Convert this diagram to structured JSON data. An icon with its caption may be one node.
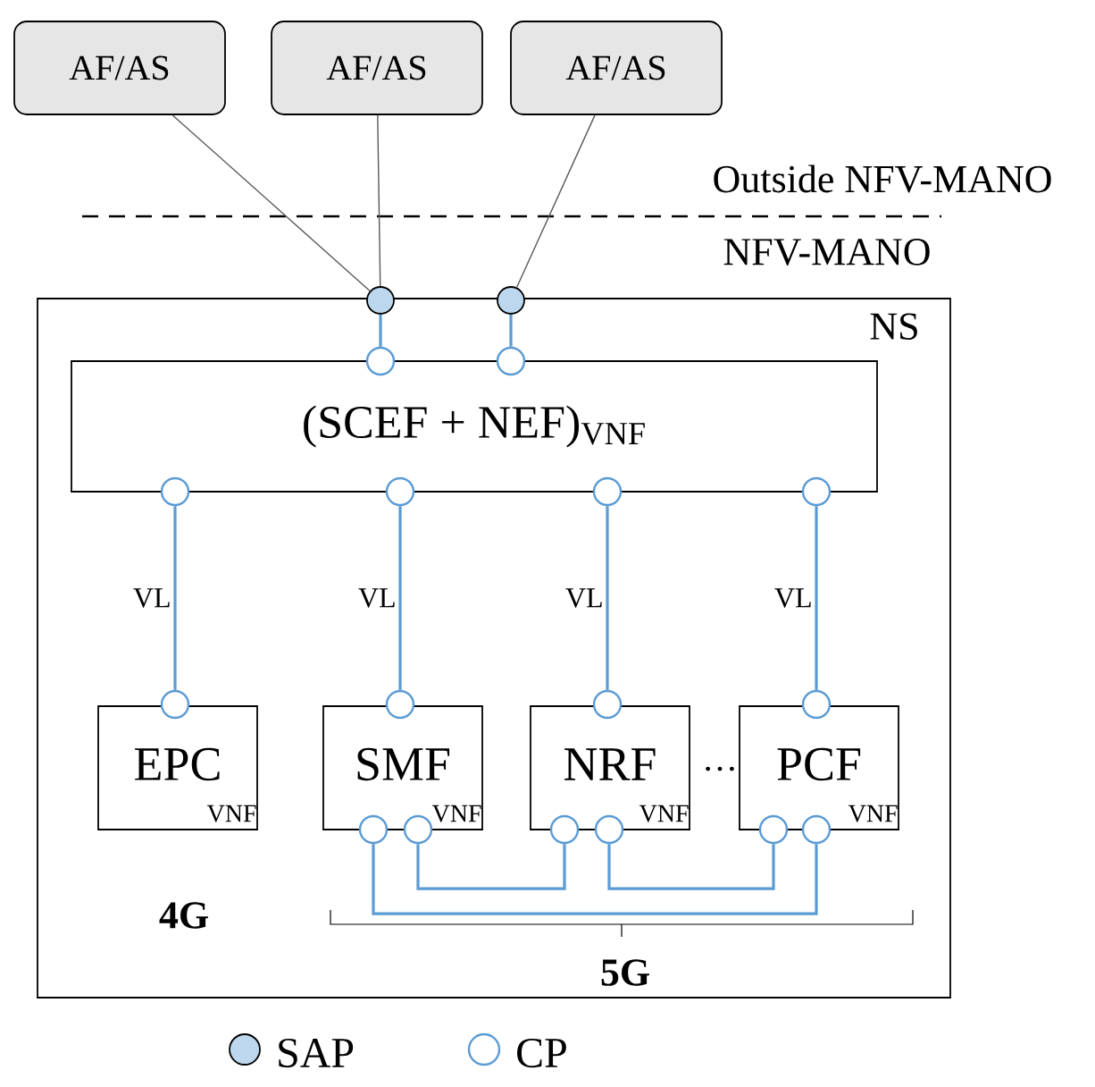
{
  "diagram": {
    "nodes": [
      {
        "text": [
          "AF/AS"
        ]
      },
      {
        "text": [
          "AF/AS"
        ]
      },
      {
        "text": [
          "AF/AS"
        ]
      },
      {
        "text": [
          "NS"
        ]
      },
      {
        "text": [],
        "shape": "circle"
      },
      {
        "text": [],
        "shape": "circle"
      },
      {
        "text": [
          "(SCEF + NEF)$_{VNF}$"
        ],
        "in": 3
      },
      {
        "text": [],
        "shape": "circle",
        "in": 3
      },
      {
        "text": [],
        "shape": "circle",
        "in": 3
      },
      {
        "text": [],
        "shape": "circle",
        "in": 3
      },
      {
        "text": [],
        "shape": "circle",
        "in": 3
      },
      {
        "text": [],
        "shape": "circle",
        "in": 3
      },
      {
        "text": [],
        "shape": "circle",
        "in": 3
      },
      {
        "text": [
          "EPC",
          "VNF"
        ],
        "in": 3
      },
      {
        "text": [
          "SMF",
          "VNF"
        ],
        "in": 3
      },
      {
        "text": [
          "NRF",
          "VNF"
        ],
        "in": 3
      },
      {
        "text": [
          "PCF",
          "VNF"
        ],
        "in": 3
      },
      {
        "text": [],
        "shape": "circle",
        "in": 3
      },
      {
        "text": [],
        "shape": "circle",
        "in": 3
      },
      {
        "text": [],
        "shape": "circle",
        "in": 3
      },
      {
        "text": [],
        "shape": "circle",
        "in": 3
      },
      {
        "text": [],
        "shape": "circle",
        "in": 3
      },
      {
        "text": [],
        "shape": "circle",
        "in": 3
      },
      {
        "text": [],
        "shape": "circle",
        "in": 3
      },
      {
        "text": [],
        "shape": "circle",
        "in": 3
      },
      {
        "text": [],
        "shape": "circle",
        "in": 3
      },
      {
        "text": [],
        "shape": "circle",
        "in": 3
      }
    ],
    "edges": [
      {
        "from": 0,
        "to": 4,
        "arrow": "none",
        "color": "#595959"
      },
      {
        "from": 1,
        "to": 4,
        "arrow": "none",
        "color": "#595959"
      },
      {
        "from": 2,
        "to": 5,
        "arrow": "none",
        "color": "#595959"
      },
      {
        "from": 4,
        "to": 7,
        "arrow": "none"
      },
      {
        "from": 5,
        "to": 8,
        "arrow": "none"
      },
      {
        "from": 9,
        "to": 17,
        "arrow": "none",
        "label": "VL"
      },
      {
        "from": 10,
        "to": 18,
        "arrow": "none",
        "label": "VL"
      },
      {
        "from": 11,
        "to": 19,
        "arrow": "none",
        "label": "VL"
      },
      {
        "from": 12,
        "to": 20,
        "arrow": "none",
        "label": "VL"
      },
      {
        "from": 21,
        "to": 26,
        "arrow": "none"
      },
      {
        "from": 22,
        "to": 23,
        "arrow": "none"
      },
      {
        "from": 24,
        "to": 25,
        "arrow": "none"
      }
    ],
    "labels": [
      "Outside NFV-MANO",
      "NFV-MANO",
      "…",
      "4G",
      "5G"
    ],
    "legend": [
      {
        "text": "SAP"
      },
      {
        "text": "CP"
      }
    ]
  }
}
